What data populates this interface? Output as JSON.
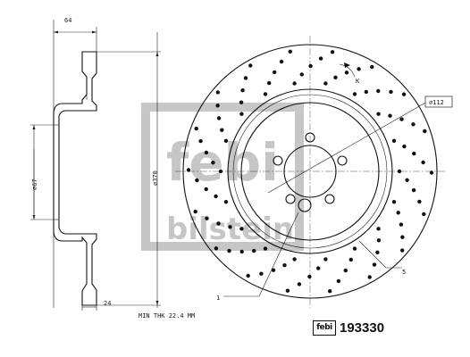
{
  "dimensions": {
    "hub_width": "64",
    "disc_thickness": "24",
    "hub_bore": "⌀67",
    "disc_diameter": "⌀370",
    "bolt_circle": "⌀112",
    "min_thickness": "MIN THK 22.4 MM"
  },
  "callouts": {
    "part_one": "1",
    "part_five": "5",
    "direction": "K"
  },
  "brand": {
    "watermark_wordmark": "bilstein",
    "badge_text": "febi",
    "article_number": "193330"
  }
}
